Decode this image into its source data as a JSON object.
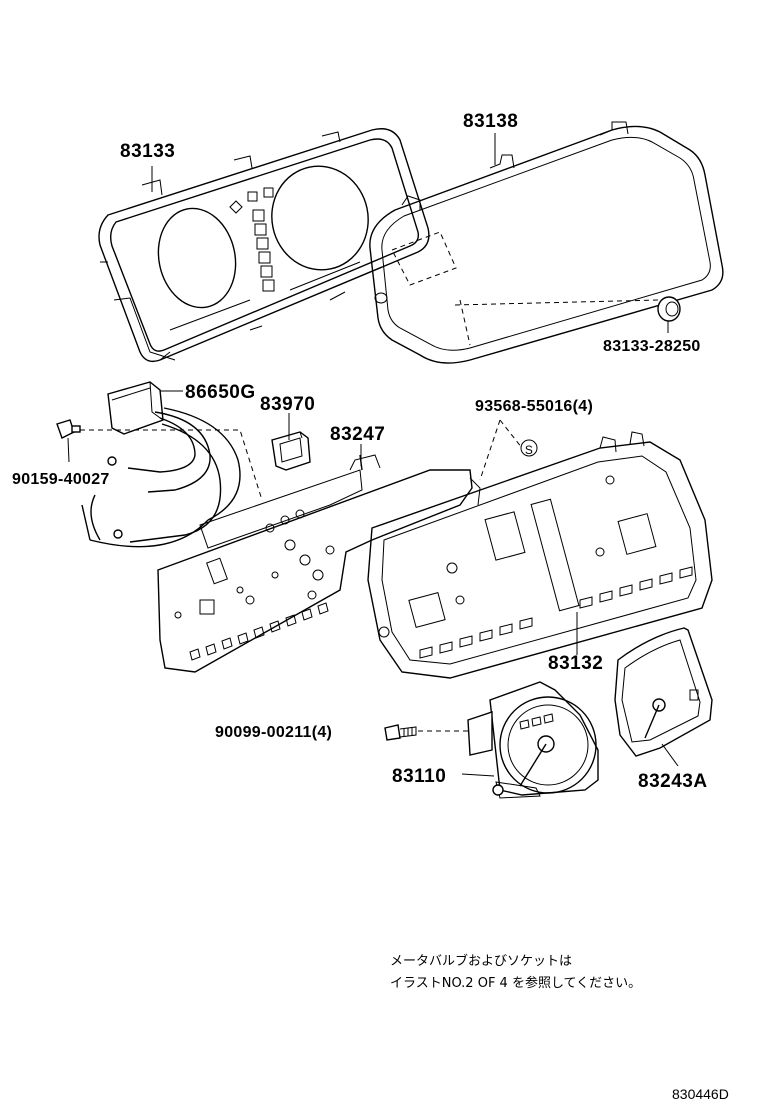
{
  "parts": {
    "cluster_case_front": "83133",
    "cluster_cover": "83138",
    "cover_clip": "83133-28250",
    "speed_sensor": "86650G",
    "socket": "83970",
    "print_circuit": "83247",
    "screw_set": "93568-55016(4)",
    "screw_symbol": "S",
    "clamp_bolt": "90159-40027",
    "meter_case": "83132",
    "meter_screw": "90099-00211(4)",
    "speedometer": "83110",
    "temp_gauge": "83243A"
  },
  "note": {
    "line1": "メータバルブおよびソケットは",
    "line2": "イラストNO.2 OF 4 を参照してください。"
  },
  "diagram_code": "830446D"
}
